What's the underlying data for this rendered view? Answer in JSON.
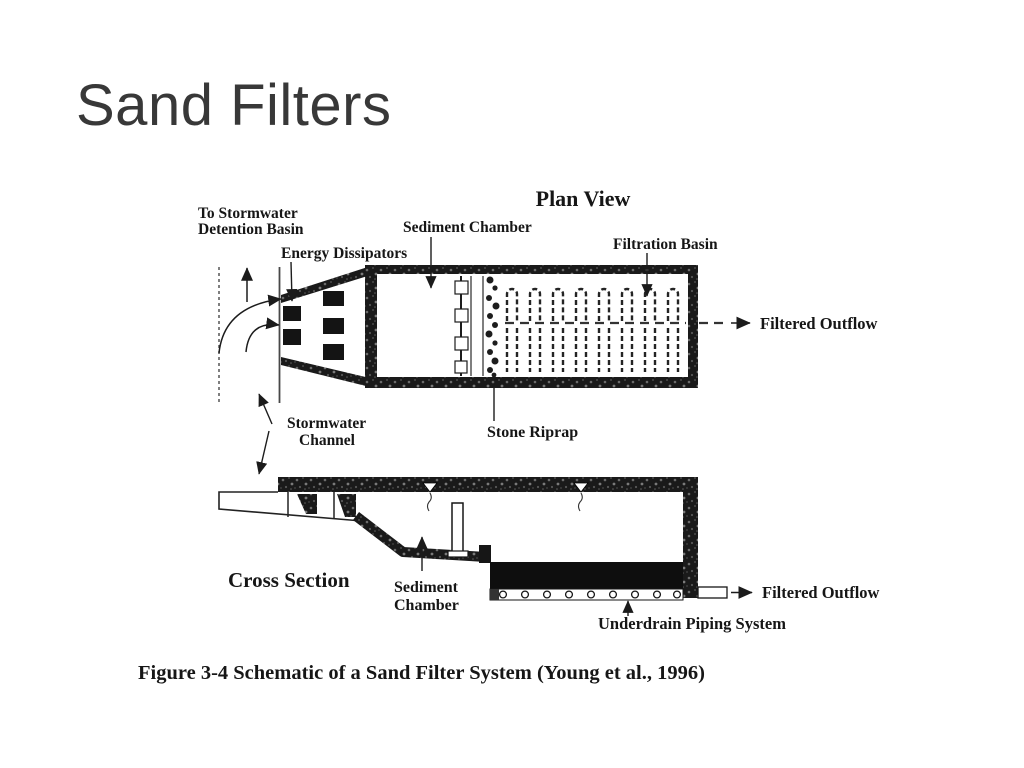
{
  "slide": {
    "title": "Sand Filters",
    "background": "#ffffff",
    "ink_color": "#1a1a1a"
  },
  "diagram": {
    "caption": "Figure 3-4 Schematic of a Sand Filter System (Young et al., 1996)",
    "plan_view": {
      "title": "Plan View",
      "labels": {
        "to_stormwater_1": "To Stormwater",
        "to_stormwater_2": "Detention Basin",
        "energy_dissipators": "Energy Dissipators",
        "sediment_chamber": "Sediment Chamber",
        "filtration_basin": "Filtration Basin",
        "filtered_outflow": "Filtered Outflow",
        "stormwater_1": "Stormwater",
        "stormwater_2": "Channel",
        "stone_riprap": "Stone Riprap"
      }
    },
    "cross_section": {
      "title": "Cross Section",
      "labels": {
        "sediment_1": "Sediment",
        "sediment_2": "Chamber",
        "underdrain": "Underdrain Piping System",
        "filtered_outflow": "Filtered Outflow"
      }
    }
  }
}
